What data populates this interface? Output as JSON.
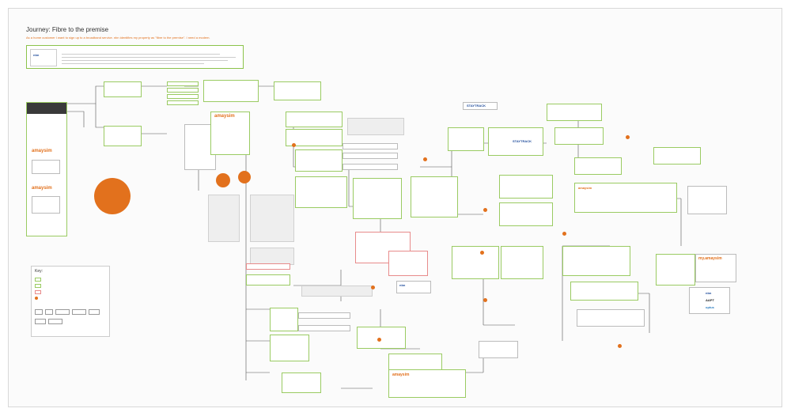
{
  "header": {
    "title": "Journey: Fibre to the premise",
    "subtitle": "As a home customer I want to sign up to a broadband service. nbn identifies my property as \"fibre to the premise\". I need a modem."
  },
  "brands": {
    "amaysim": "amaysim",
    "my_amaysim": "my.amaysim",
    "nbn": "nbn",
    "aapt": "AAPT",
    "optus": "optus",
    "staytrack": "STAYTRACK"
  },
  "key": {
    "title": "Key:"
  },
  "colors": {
    "accent": "#e2711d",
    "green_border": "#9acb62",
    "red_border": "#e88b8b",
    "line": "#555555",
    "nbn_blue": "#1e4b9b"
  }
}
